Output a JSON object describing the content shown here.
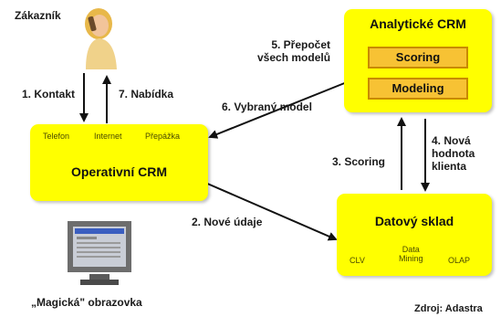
{
  "customer": {
    "label": "Zákazník"
  },
  "operational_crm": {
    "title": "Operativní CRM",
    "channels": [
      "Telefon",
      "Internet",
      "Přepážka"
    ]
  },
  "analytical_crm": {
    "title": "Analytické CRM",
    "inner": [
      "Scoring",
      "Modeling"
    ]
  },
  "data_warehouse": {
    "title": "Datový sklad",
    "items": [
      "CLV",
      "Data\nMining",
      "OLAP"
    ]
  },
  "monitor": {
    "caption": "„Magická\" obrazovka"
  },
  "edges": {
    "e1": "1. Kontakt",
    "e2": "2. Nové údaje",
    "e3": "3. Scoring",
    "e4": "4. Nová\nhodnota\nklienta",
    "e5": "5. Přepočet\nvšech modelů",
    "e6": "6. Vybraný model",
    "e7": "7. Nabídka"
  },
  "source": "Zdroj: Adastra",
  "colors": {
    "box": "#ffff00",
    "inner": "#f7c234",
    "inner_border": "#c88a00",
    "arrow": "#111111"
  }
}
